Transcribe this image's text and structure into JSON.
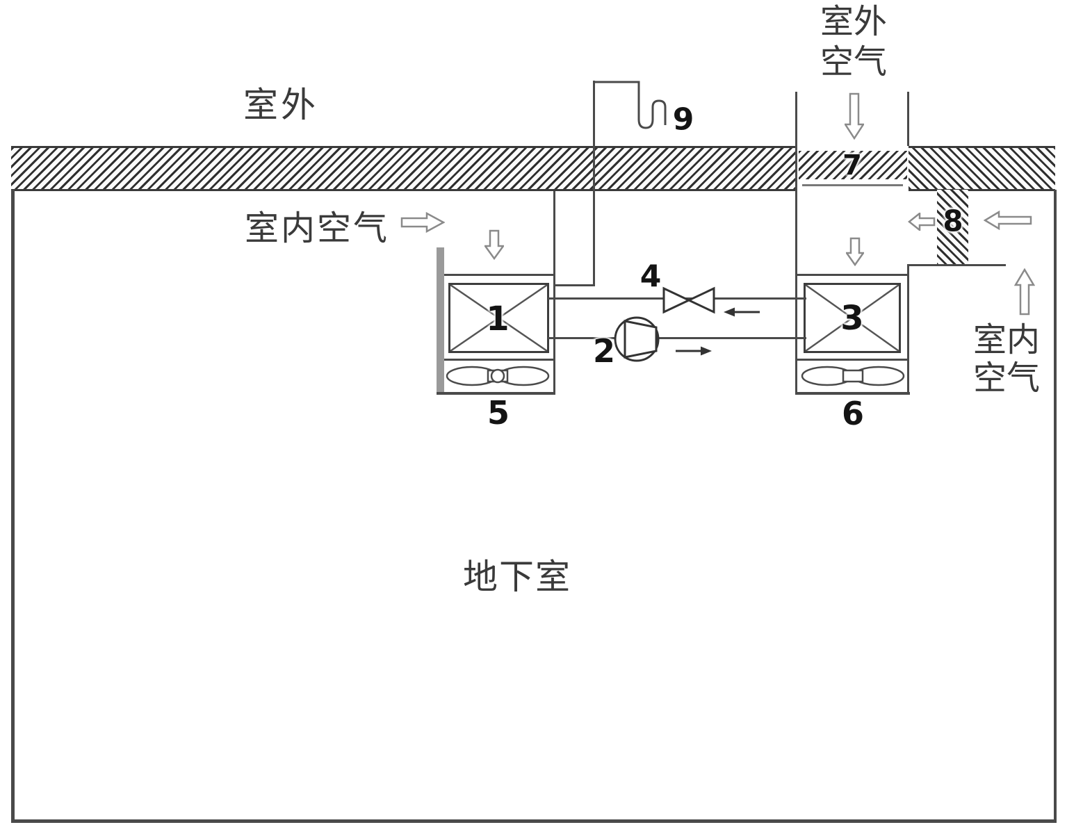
{
  "labels": {
    "outdoor": "室外",
    "outdoor_air": "室外\n空气",
    "indoor_air_left": "室内空气",
    "indoor_air_right": "室内\n空气",
    "basement": "地下室"
  },
  "component_numbers": {
    "heat_exchanger_left": "1",
    "pump": "2",
    "heat_exchanger_right": "3",
    "valve": "4",
    "fan_left": "5",
    "fan_right": "6",
    "ceiling_damper": "7",
    "wall_damper": "8",
    "gooseneck_vent": "9"
  },
  "icons": {
    "indoor_air_left_arrow": "right-hollow-arrow",
    "unit1_down_arrow": "down-hollow-arrow",
    "duct_down_arrow": "down-hollow-arrow",
    "unit3_down_arrow": "down-hollow-arrow",
    "damper8_inner_arrow": "left-hollow-arrow",
    "damper8_outer_arrow": "left-hollow-arrow",
    "indoor_air_right_arrow": "up-hollow-arrow",
    "top_pipe_flow_arrow": "left-solid-arrow",
    "bottom_pipe_flow_arrow": "right-solid-arrow"
  },
  "colors": {
    "line": "#4a4a4a",
    "text": "#3a3a3a",
    "background": "#ffffff",
    "wall_fill": "#9a9a9a"
  }
}
